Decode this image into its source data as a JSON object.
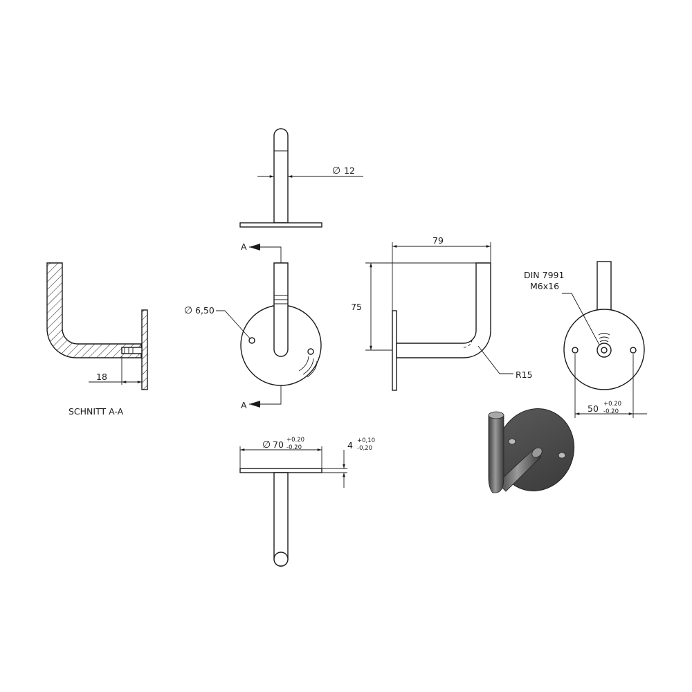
{
  "views": {
    "section": {
      "label": "SCHNITT A-A"
    },
    "section_marker": "A"
  },
  "dimensions": {
    "rod_diameter": {
      "symbol": "∅",
      "value": "12"
    },
    "hole_diameter": {
      "symbol": "∅",
      "value": "6,50"
    },
    "width": "79",
    "height": "75",
    "bend_radius": "R15",
    "screw_depth": "18",
    "plate_diameter": {
      "symbol": "∅",
      "value": "70",
      "tol_plus": "+0.20",
      "tol_minus": "-0.20"
    },
    "plate_thickness": {
      "value": "4",
      "tol_plus": "+0,10",
      "tol_minus": "-0,20"
    },
    "hole_spacing": {
      "value": "50",
      "tol_plus": "+0.20",
      "tol_minus": "-0.20"
    }
  },
  "screw": {
    "standard": "DIN 7991",
    "size": "M6x16"
  },
  "colors": {
    "line": "#1a1a1a",
    "render_dark": "#4a4a4a",
    "render_light": "#8e8e8e"
  }
}
